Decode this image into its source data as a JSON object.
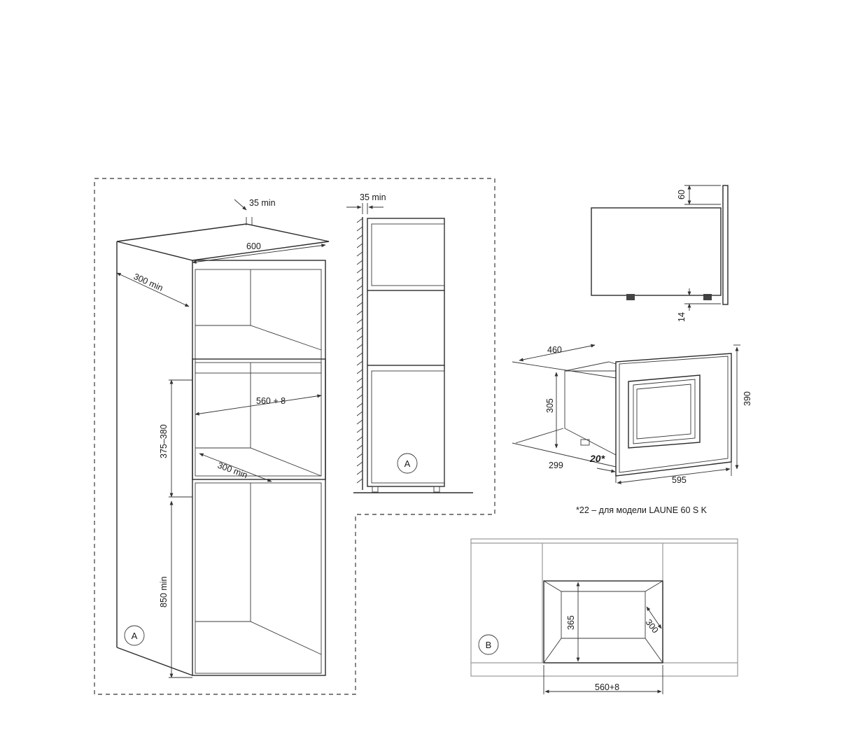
{
  "diagram": {
    "column_view": {
      "top_clearance": "35 min",
      "width": "600",
      "depth": "300 min",
      "niche_width": "560 + 8",
      "niche_depth": "300 min",
      "niche_height": "375–380",
      "base_height": "850 min",
      "marker": "A"
    },
    "side_view": {
      "top_clearance": "35 min",
      "marker": "A"
    },
    "oven_side": {
      "top_offset": "60",
      "bottom_offset": "14"
    },
    "oven_iso": {
      "depth": "460",
      "body_height": "305",
      "front_height": "390",
      "body_depth": "299",
      "front_width": "595",
      "frame_offset": "20*"
    },
    "footnote": "*22 – для модели LAUNE 60 S K",
    "wall_cabinet": {
      "niche_height": "365",
      "niche_depth": "300",
      "niche_width": "560+8",
      "marker": "B"
    }
  }
}
